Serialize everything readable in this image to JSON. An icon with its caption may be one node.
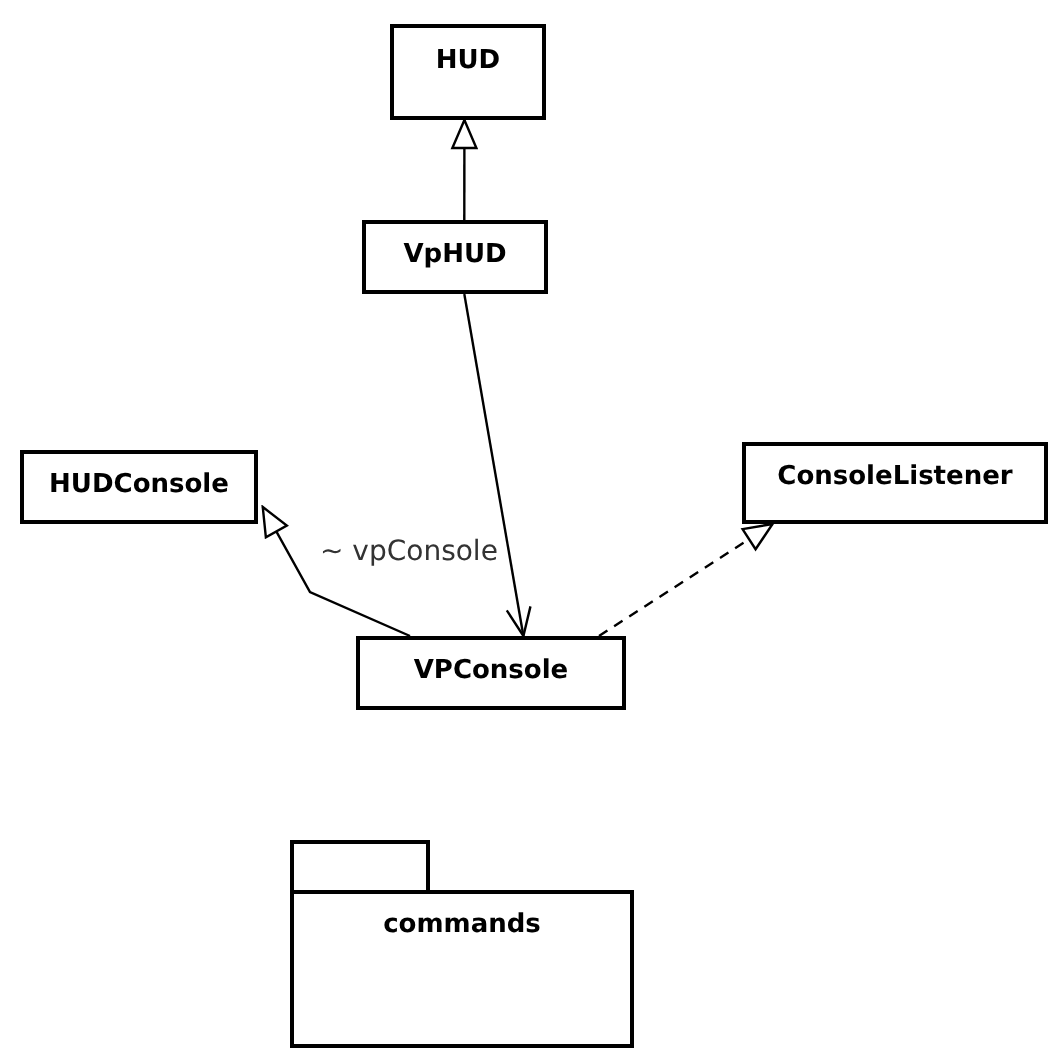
{
  "diagram": {
    "nodes": [
      {
        "text": [
          "HUD"
        ]
      },
      {
        "text": [
          "VpHUD"
        ]
      },
      {
        "text": [
          "HUDConsole"
        ]
      },
      {
        "text": [
          "ConsoleListener"
        ]
      },
      {
        "text": [
          "VPConsole"
        ]
      },
      {
        "text": [
          "commands"
        ]
      }
    ],
    "edges": [
      {
        "from": 1,
        "to": 0,
        "arrow": "to"
      },
      {
        "from": 1,
        "to": 4,
        "arrow": "to",
        "label": "~ vpConsole"
      },
      {
        "from": 4,
        "to": 2,
        "arrow": "to"
      },
      {
        "from": 4,
        "to": 3,
        "arrow": "to",
        "style": "dashed"
      }
    ]
  }
}
